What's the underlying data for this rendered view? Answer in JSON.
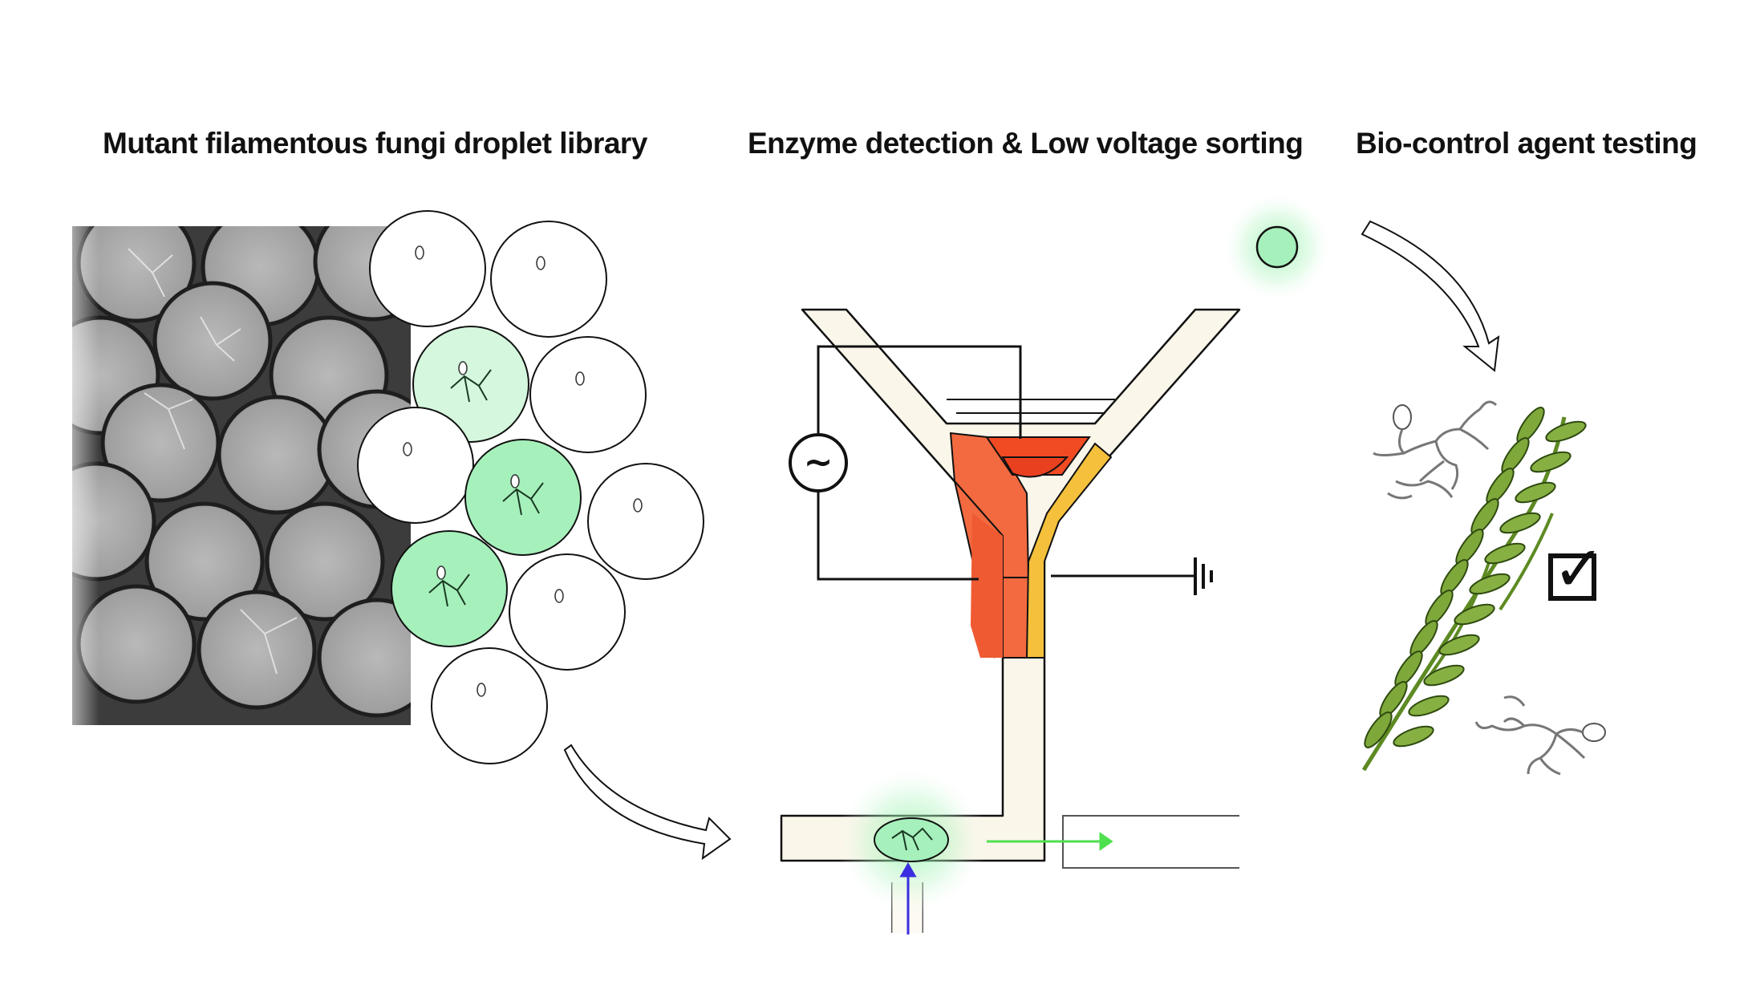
{
  "titles": {
    "library": "Mutant filamentous fungi droplet library",
    "sorting": "Enzyme detection & Low voltage sorting",
    "testing": "Bio-control agent testing"
  },
  "symbols": {
    "ac_source": "~",
    "check": "✓"
  },
  "colors": {
    "droplet_green": "#a6f0bc",
    "droplet_green_light": "#d4f7dd",
    "channel_cream": "#faf6ea",
    "electrode_red": "#f36a40",
    "electrode_yellow": "#f5c03c",
    "wheat_green": "#6f9b2e",
    "arrow_green": "#4ee04e",
    "arrow_blue": "#3a2ee0"
  },
  "icons": [
    "micrograph-image",
    "droplet-icon",
    "fungus-icon",
    "ac-source-icon",
    "ground-icon",
    "wheat-icon",
    "checkbox-icon",
    "curved-arrow-icon"
  ]
}
